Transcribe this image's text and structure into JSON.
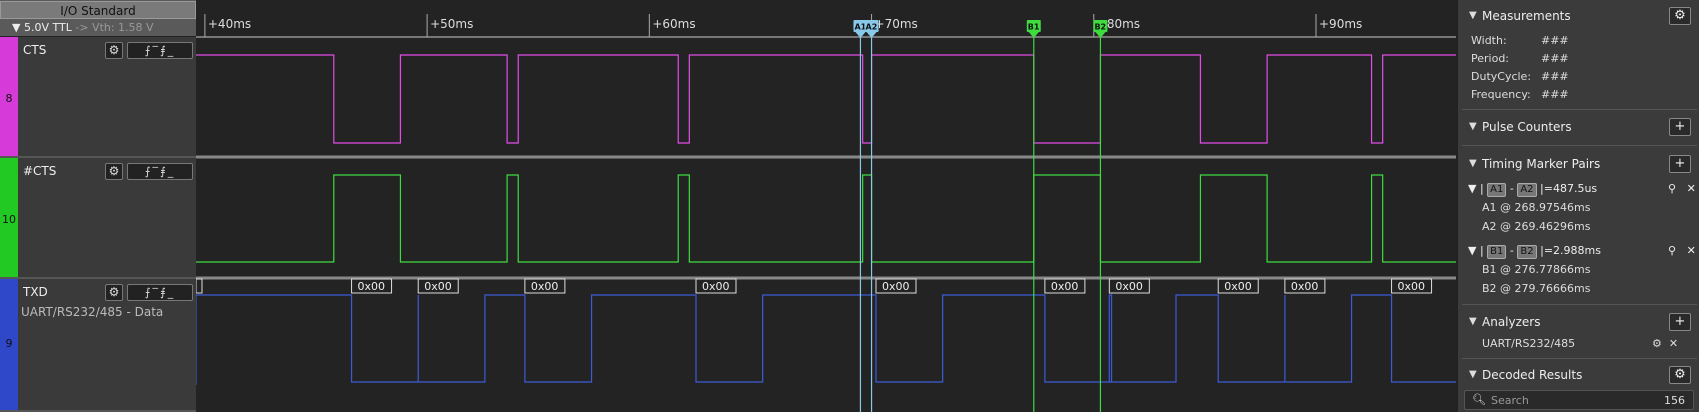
{
  "io_standard": {
    "title": "I/O Standard",
    "level": "5.0V TTL",
    "vth": "-> Vth: 1.58 V"
  },
  "timeline": {
    "ticks": [
      {
        "label": "+40ms",
        "ms": 40
      },
      {
        "label": "+50ms",
        "ms": 50
      },
      {
        "label": "+60ms",
        "ms": 60
      },
      {
        "label": "+70ms",
        "ms": 70
      },
      {
        "label": "+80ms",
        "ms": 80
      },
      {
        "label": "+90ms",
        "ms": 90
      }
    ],
    "view_start_ms": 39.6,
    "view_end_ms": 96.3
  },
  "channels": [
    {
      "name": "CTS",
      "number": "8",
      "color": "#e14de8",
      "strip": "#d63ad9",
      "subtitle": ""
    },
    {
      "name": "#CTS",
      "number": "10",
      "color": "#3fdc3f",
      "strip": "#22c922",
      "subtitle": ""
    },
    {
      "name": "TXD",
      "number": "9",
      "color": "#3c5bd8",
      "strip": "#2f47c9",
      "subtitle": "UART/RS232/485 - Data"
    }
  ],
  "cts_edges_ms": [
    45.8,
    48.8,
    53.6,
    54.1,
    61.3,
    61.8
  ],
  "cts_segment_after_ms": [
    {
      "start": 69.6,
      "end": 70.0
    },
    {
      "start": 77.3,
      "end": 80.3
    },
    {
      "start": 84.8,
      "end": 87.8
    },
    {
      "start": 92.5,
      "end": 93.0
    }
  ],
  "uart_frames": [
    {
      "label": "0x00",
      "ms": 47.0
    },
    {
      "label": "0x00",
      "ms": 50.0
    },
    {
      "label": "0x00",
      "ms": 54.8
    },
    {
      "label": "0x00",
      "ms": 62.5
    },
    {
      "label": "0x00",
      "ms": 70.6
    },
    {
      "label": "0x00",
      "ms": 78.2
    },
    {
      "label": "0x00",
      "ms": 81.1
    },
    {
      "label": "0x00",
      "ms": 86.0
    },
    {
      "label": "0x00",
      "ms": 89.0
    },
    {
      "label": "0x00",
      "ms": 93.8
    }
  ],
  "markers": [
    {
      "label": "A1",
      "ms": 69.5,
      "color": "#88c8e8"
    },
    {
      "label": "A2",
      "ms": 70.0,
      "color": "#88c8e8"
    },
    {
      "label": "B1",
      "ms": 77.3,
      "color": "#3fdc3f"
    },
    {
      "label": "B2",
      "ms": 80.3,
      "color": "#3fdc3f"
    }
  ],
  "panel": {
    "measurements": {
      "title": "Measurements",
      "rows": [
        {
          "label": "Width:",
          "value": "###"
        },
        {
          "label": "Period:",
          "value": "###"
        },
        {
          "label": "DutyCycle:",
          "value": "###"
        },
        {
          "label": "Frequency:",
          "value": "###"
        }
      ]
    },
    "pulse_counters": {
      "title": "Pulse Counters"
    },
    "timing_pairs": {
      "title": "Timing Marker Pairs",
      "pairs": [
        {
          "a": "A1",
          "b": "A2",
          "value": "|=487.5us",
          "line1": "A1 @ 268.97546ms",
          "line2": "A2 @ 269.46296ms"
        },
        {
          "a": "B1",
          "b": "B2",
          "value": "|=2.988ms",
          "line1": "B1 @ 276.77866ms",
          "line2": "B2 @ 279.76666ms"
        }
      ]
    },
    "analyzers": {
      "title": "Analyzers",
      "items": [
        "UART/RS232/485"
      ]
    },
    "decoded": {
      "title": "Decoded Results",
      "search_placeholder": "Search",
      "count": "156"
    }
  },
  "colors": {
    "background": "#232323",
    "grid": "#555555"
  },
  "icons": {
    "gear": "gear-icon",
    "plus": "plus-icon",
    "close": "close-icon",
    "pin": "pin-icon",
    "search": "search-icon",
    "triangle": "triangle-down-icon"
  }
}
